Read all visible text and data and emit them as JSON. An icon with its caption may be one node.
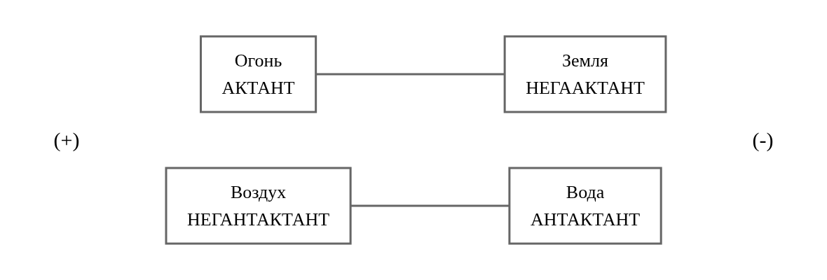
{
  "diagram": {
    "nodes": [
      {
        "text": [
          "Огонь",
          "АКТАНТ"
        ]
      },
      {
        "text": [
          "Вода",
          "АНТАКТАНТ"
        ]
      },
      {
        "text": [
          "Воздух",
          "НЕГАНТАКТАНТ"
        ]
      },
      {
        "text": [
          "Земля",
          "НЕГААКТАНТ"
        ]
      }
    ],
    "edges": [
      {
        "from": 0,
        "to": 3,
        "arrow": "none"
      },
      {
        "from": 2,
        "to": 1,
        "arrow": "none"
      }
    ],
    "labels": [
      "(+)",
      "(-)"
    ]
  }
}
